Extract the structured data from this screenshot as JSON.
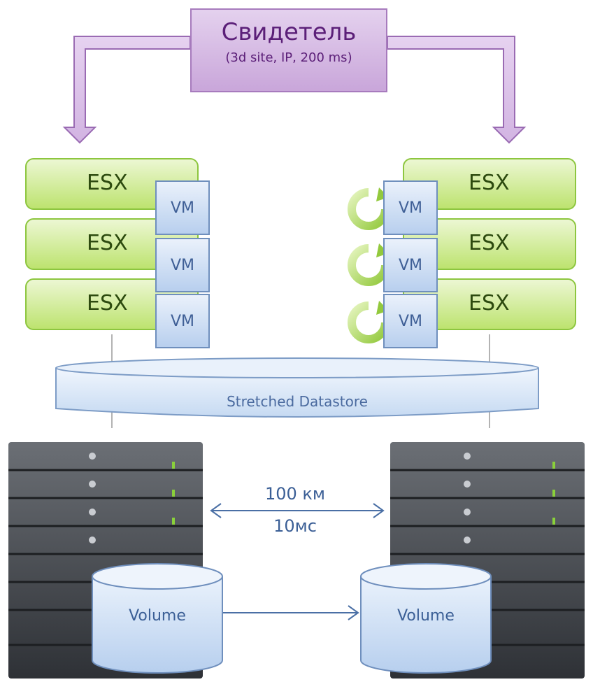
{
  "witness": {
    "title": "Свидетель",
    "subtitle": "(3d site, IP, 200 ms)"
  },
  "hosts": {
    "left": [
      {
        "label": "ESX",
        "vm": "VM"
      },
      {
        "label": "ESX",
        "vm": "VM"
      },
      {
        "label": "ESX",
        "vm": "VM"
      }
    ],
    "right": [
      {
        "label": "ESX",
        "vm": "VM"
      },
      {
        "label": "ESX",
        "vm": "VM"
      },
      {
        "label": "ESX",
        "vm": "VM"
      }
    ]
  },
  "datastore": {
    "label": "Stretched Datastore"
  },
  "link": {
    "distance": "100 км",
    "latency": "10мс"
  },
  "volumes": {
    "left": "Volume",
    "right": "Volume"
  },
  "colors": {
    "witness": "#c9a6da",
    "esx": "#bde36f",
    "vm": "#b8cfee",
    "datastore": "#cfe0f4"
  }
}
